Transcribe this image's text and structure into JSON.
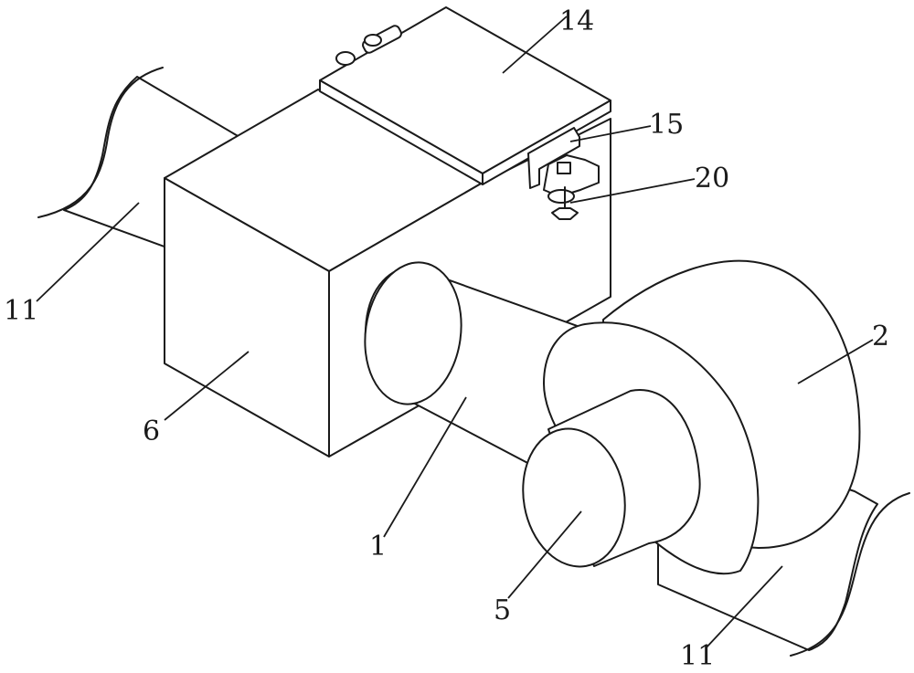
{
  "labels": {
    "part_14": "14",
    "part_15": "15",
    "part_20": "20",
    "part_11_left": "11",
    "part_2": "2",
    "part_6": "6",
    "part_1": "1",
    "part_5": "5",
    "part_11_right": "11"
  },
  "colors": {
    "line": "#1a1a1a",
    "background": "#ffffff"
  }
}
